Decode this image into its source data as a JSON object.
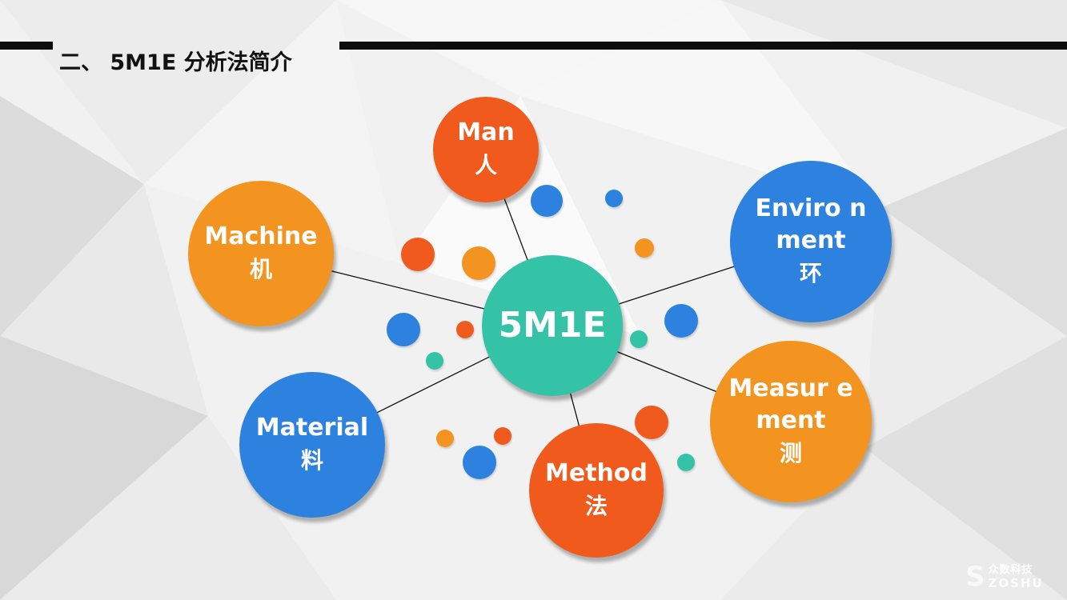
{
  "slide": {
    "title": "二、 5M1E 分析法简介"
  },
  "diagram": {
    "center": {
      "label": "5M1E",
      "color": "#35c3a8"
    },
    "nodes": [
      {
        "id": "man",
        "en": "Man",
        "zh": "人",
        "color": "#f05a1d"
      },
      {
        "id": "machine",
        "en": "Machine",
        "zh": "机",
        "color": "#f39420"
      },
      {
        "id": "environment",
        "en": "Enviro nment",
        "zh": "环",
        "color": "#2d82e0"
      },
      {
        "id": "material",
        "en": "Material",
        "zh": "料",
        "color": "#2d82e0"
      },
      {
        "id": "method",
        "en": "Method",
        "zh": "法",
        "color": "#f05a1d"
      },
      {
        "id": "measurement",
        "en": "Measur ement",
        "zh": "测",
        "color": "#f39420"
      }
    ],
    "decorative_dots": [
      {
        "color": "#2d82e0"
      },
      {
        "color": "#2d82e0"
      },
      {
        "color": "#f39420"
      },
      {
        "color": "#f05a1d"
      },
      {
        "color": "#f39420"
      },
      {
        "color": "#2d82e0"
      },
      {
        "color": "#f05a1d"
      },
      {
        "color": "#35c3a8"
      },
      {
        "color": "#2d82e0"
      },
      {
        "color": "#35c3a8"
      },
      {
        "color": "#f05a1d"
      },
      {
        "color": "#f39420"
      },
      {
        "color": "#f05a1d"
      },
      {
        "color": "#2d82e0"
      },
      {
        "color": "#35c3a8"
      }
    ]
  },
  "logo": {
    "zh": "众数科技",
    "en": "ZOSHU",
    "mark": "S"
  }
}
